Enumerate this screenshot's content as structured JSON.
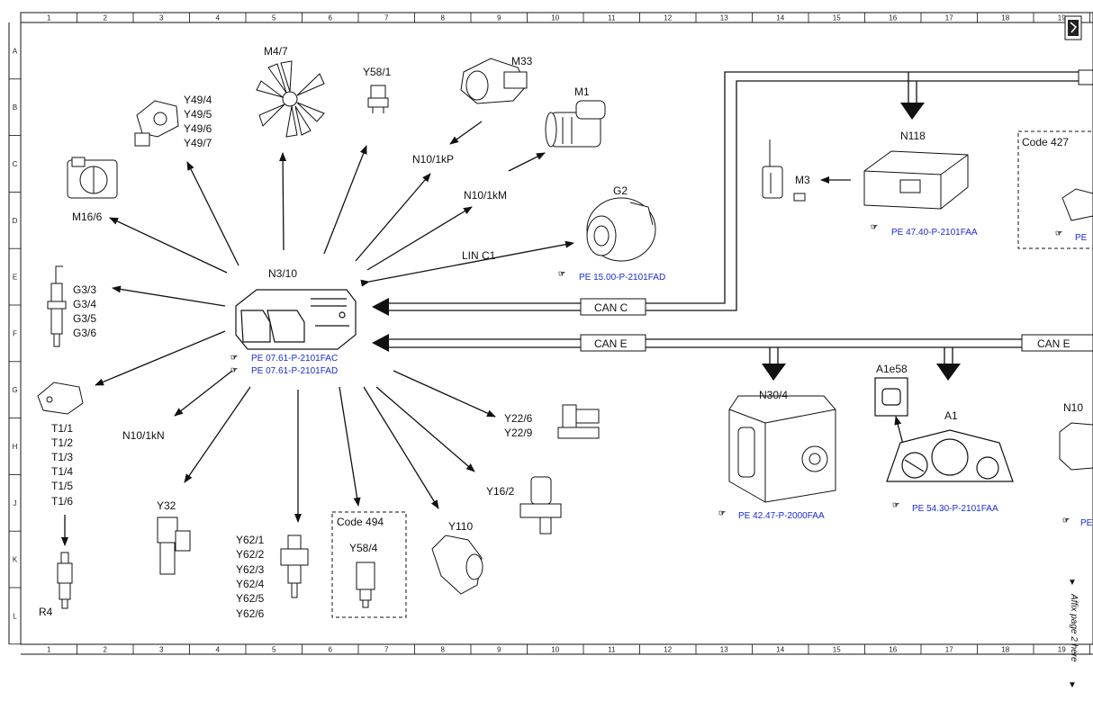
{
  "grid": {
    "columns": [
      "1",
      "2",
      "3",
      "4",
      "5",
      "6",
      "7",
      "8",
      "9",
      "10",
      "11",
      "12",
      "13",
      "14",
      "15",
      "16",
      "17",
      "18",
      "19"
    ],
    "rows": [
      "A",
      "B",
      "C",
      "D",
      "E",
      "F",
      "G",
      "H",
      "J",
      "K",
      "L"
    ]
  },
  "central": {
    "label": "N3/10",
    "refs": [
      "PE 07.61-P-2101FAC",
      "PE 07.61-P-2101FAD"
    ]
  },
  "components": {
    "m4_7": "M4/7",
    "y58_1": "Y58/1",
    "m33": "M33",
    "m1": "M1",
    "y49": [
      "Y49/4",
      "Y49/5",
      "Y49/6",
      "Y49/7"
    ],
    "m16_6": "M16/6",
    "g3": [
      "G3/3",
      "G3/4",
      "G3/5",
      "G3/6"
    ],
    "t1": [
      "T1/1",
      "T1/2",
      "T1/3",
      "T1/4",
      "T1/5",
      "T1/6"
    ],
    "r4": "R4",
    "n10_1kn": "N10/1kN",
    "y32": "Y32",
    "y62": [
      "Y62/1",
      "Y62/2",
      "Y62/3",
      "Y62/4",
      "Y62/5",
      "Y62/6"
    ],
    "code494": "Code 494",
    "y58_4": "Y58/4",
    "y110": "Y110",
    "y16_2": "Y16/2",
    "y22": [
      "Y22/6",
      "Y22/9"
    ],
    "n10_1kp": "N10/1kP",
    "n10_1km": "N10/1kM",
    "lin_c1": "LIN C1",
    "g2": "G2",
    "g2_ref": "PE 15.00-P-2101FAD",
    "can_c": "CAN C",
    "can_e": "CAN E",
    "can_e_right": "CAN E",
    "n118": "N118",
    "n118_ref": "PE 47.40-P-2101FAA",
    "m3": "M3",
    "code427": "Code 427",
    "code427_ref": "PE",
    "n30_4": "N30/4",
    "n30_4_ref": "PE 42.47-P-2000FAA",
    "a1e58": "A1e58",
    "a1": "A1",
    "a1_ref": "PE 54.30-P-2101FAA",
    "n10_right": "N10",
    "bottom_right_ref": "PE"
  },
  "side_note": "Affix page 2 here",
  "ref_icon": "pointing-hand-icon",
  "colors": {
    "link": "#1a2bd6",
    "line": "#111111"
  }
}
